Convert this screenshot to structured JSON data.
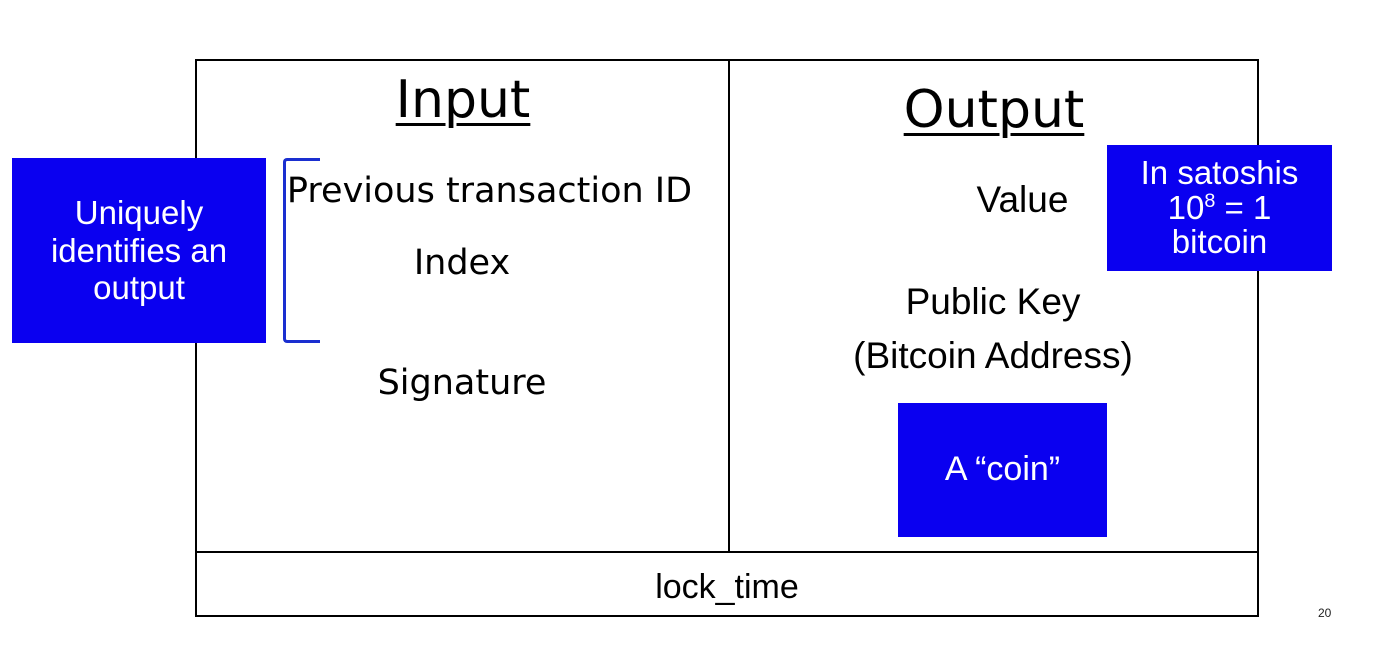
{
  "colors": {
    "callout_blue": "#0a00f0",
    "bracket_blue": "#1a2fd0",
    "border": "#000000"
  },
  "input": {
    "heading": "Input",
    "fields": [
      "Previous transaction ID",
      "Index",
      "Signature"
    ]
  },
  "output": {
    "heading": "Output",
    "fields": [
      "Value",
      "Public Key",
      "(Bitcoin Address)"
    ]
  },
  "footer": {
    "label": "lock_time"
  },
  "callouts": {
    "identifies": {
      "lines": [
        "Uniquely",
        "identifies an",
        "output"
      ]
    },
    "satoshis": {
      "line1": "In satoshis",
      "base": "10",
      "exponent": "8",
      "equation_rest": " = 1",
      "line3": "bitcoin"
    },
    "coin": {
      "label": "A “coin”"
    }
  },
  "slide_number": "20"
}
